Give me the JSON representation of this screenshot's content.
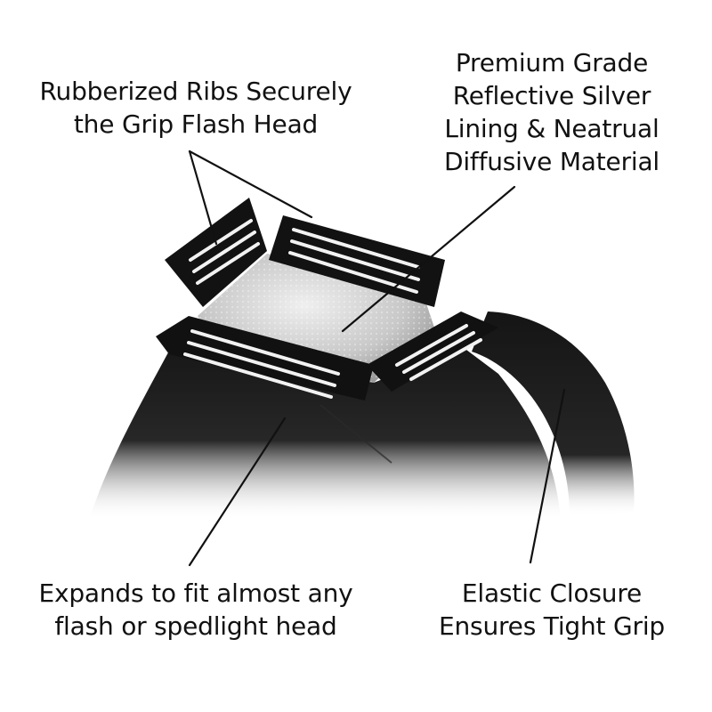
{
  "callouts": {
    "ribs": "Rubberized Ribs Securely\nthe Grip Flash Head",
    "lining": "Premium Grade\nReflective Silver\nLining & Neatrual\nDiffusive Material",
    "expands": "Expands to fit almost any\nflash or spedlight head",
    "elastic": "Elastic Closure\nEnsures Tight Grip"
  },
  "product": {
    "subject": "flash-snoot-diffuser",
    "colors": {
      "body": "#141414",
      "lining": "#c9c9c9",
      "stripes": "#f2f2f2",
      "leader": "#111111"
    }
  }
}
